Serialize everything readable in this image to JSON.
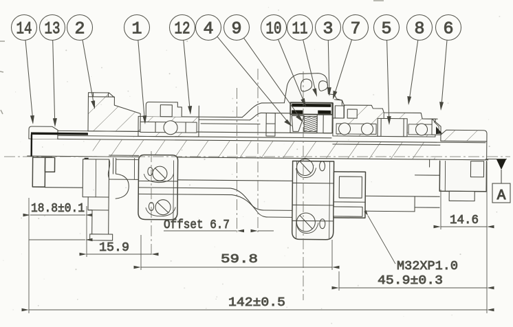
{
  "drawing": {
    "title": "hub axle assembly cross-section",
    "balloons": [
      {
        "label": "14"
      },
      {
        "label": "13"
      },
      {
        "label": "2"
      },
      {
        "label": "1"
      },
      {
        "label": "12"
      },
      {
        "label": "4"
      },
      {
        "label": "9"
      },
      {
        "label": "10"
      },
      {
        "label": "11"
      },
      {
        "label": "3"
      },
      {
        "label": "7"
      },
      {
        "label": "5"
      },
      {
        "label": "8"
      },
      {
        "label": "6"
      }
    ],
    "dimensions": {
      "d188": {
        "label": "18.8±0.1"
      },
      "d159": {
        "label": "15.9"
      },
      "offset": {
        "label": "Offset 6.7"
      },
      "d598": {
        "label": "59.8"
      },
      "d146": {
        "label": "14.6"
      },
      "thread": {
        "label": "M32XP1.0"
      },
      "d459": {
        "label": "45.9±0.3"
      },
      "d142": {
        "label": "142±0.5"
      }
    },
    "datum": {
      "label": "A"
    }
  }
}
